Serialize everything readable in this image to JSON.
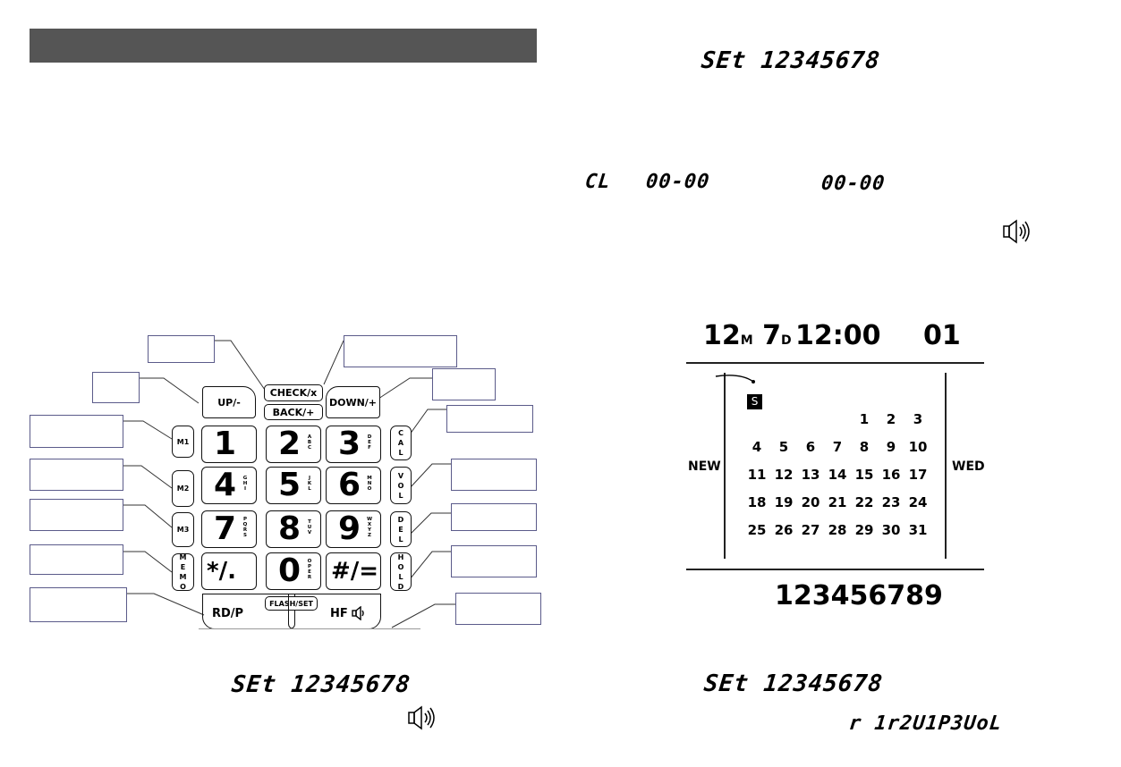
{
  "lcd": {
    "set_top_right": "SEt 12345678",
    "cl": "CL",
    "code_a": "00-00",
    "code_b": "00-00",
    "set_bottom_left": "SEt 12345678",
    "set_bottom_right": "SEt 12345678",
    "ring_vol": "r 1r2U1P3UoL"
  },
  "keypad": {
    "up": "UP/-",
    "check": "CHECK/x",
    "back": "BACK/+",
    "down": "DOWN/+",
    "m1": "M1",
    "m2": "M2",
    "m3": "M3",
    "memo": "MEMO",
    "cal": "CAL",
    "vol": "VOL",
    "del": "DEL",
    "hold": "HOLD",
    "rdp": "RD/P",
    "flash": "FLASH/SET",
    "hf": "HF",
    "keys": [
      {
        "d": "1",
        "s": ""
      },
      {
        "d": "2",
        "s": "ABC"
      },
      {
        "d": "3",
        "s": "DEF"
      },
      {
        "d": "4",
        "s": "GHI"
      },
      {
        "d": "5",
        "s": "JKL"
      },
      {
        "d": "6",
        "s": "MNO"
      },
      {
        "d": "7",
        "s": "PQRS"
      },
      {
        "d": "8",
        "s": "TUV"
      },
      {
        "d": "9",
        "s": "WXYZ"
      },
      {
        "d": "*/.",
        "s": ""
      },
      {
        "d": "0",
        "s": "OPER"
      },
      {
        "d": "#/=",
        "s": ""
      }
    ]
  },
  "calendar": {
    "month": "12",
    "month_unit": "M",
    "day": "7",
    "day_unit": "D",
    "time": "12:00",
    "count": "01",
    "s_badge": "S",
    "new_label": "NEW",
    "weekday": "WED",
    "number": "123456789",
    "days": [
      "",
      "",
      "",
      "",
      "1",
      "2",
      "3",
      "4",
      "5",
      "6",
      "7",
      "8",
      "9",
      "10",
      "11",
      "12",
      "13",
      "14",
      "15",
      "16",
      "17",
      "18",
      "19",
      "20",
      "21",
      "22",
      "23",
      "24",
      "25",
      "26",
      "27",
      "28",
      "29",
      "30",
      "31"
    ]
  },
  "icons": [
    "speaker-icon"
  ]
}
